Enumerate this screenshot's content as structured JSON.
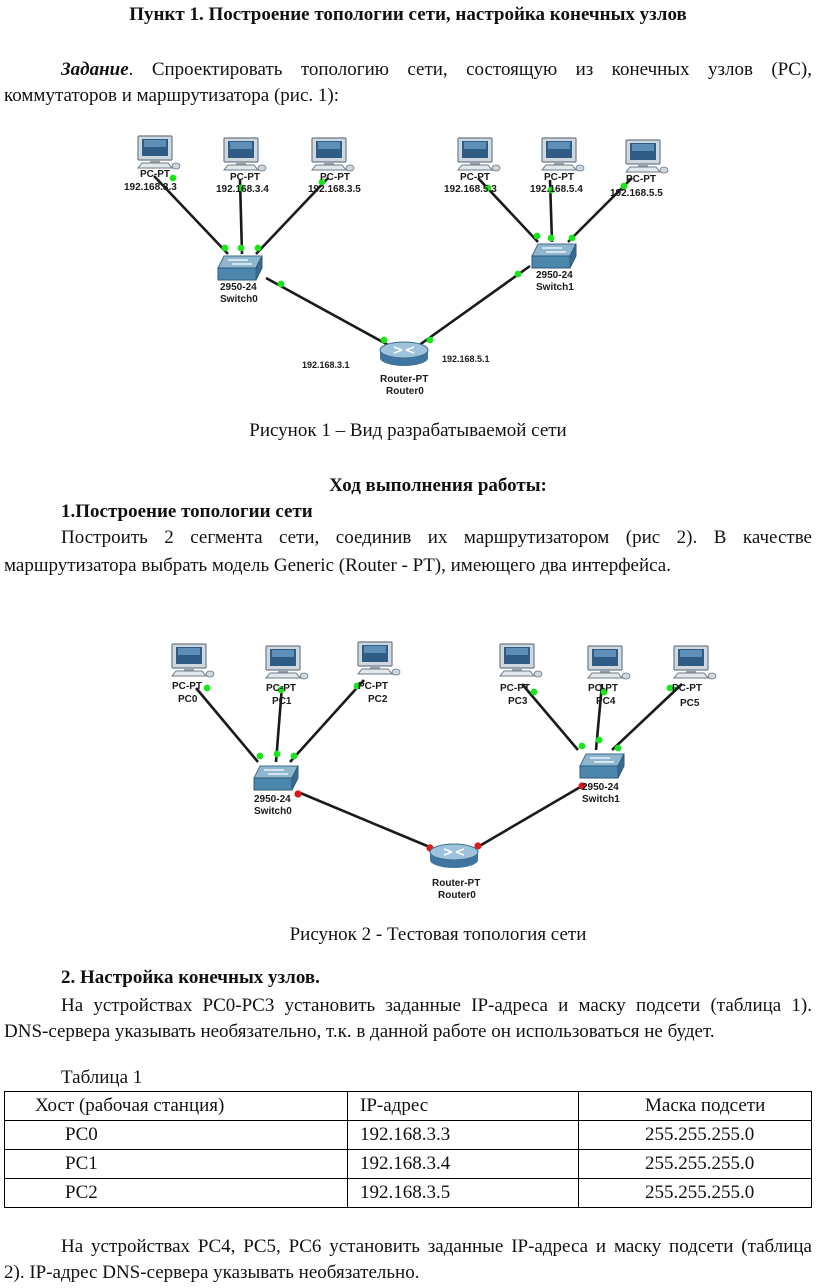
{
  "heading": "Пункт 1. Построение топологии сети, настройка конечных узлов",
  "task": {
    "label": "Задание",
    "line1_rest": ". Спроектировать топологию сети, состоящую из конечных узлов (PC),",
    "line2": "коммутаторов и маршрутизатора (рис. 1):"
  },
  "figure1": {
    "caption": "Рисунок 1 – Вид разрабатываемой сети",
    "pcs": [
      {
        "type": "PC-PT",
        "label": "192.168.3.3"
      },
      {
        "type": "PC-PT",
        "label": "192.168.3.4"
      },
      {
        "type": "PC-PT",
        "label": "192.168.3.5"
      },
      {
        "type": "PC-PT",
        "label": "192.168.5.3"
      },
      {
        "type": "PC-PT",
        "label": "192.168.5.4"
      },
      {
        "type": "PC-PT",
        "label": "192.168.5.5"
      }
    ],
    "switches": [
      {
        "model": "2950-24",
        "name": "Switch0"
      },
      {
        "model": "2950-24",
        "name": "Switch1"
      }
    ],
    "router": {
      "model": "Router-PT",
      "name": "Router0"
    },
    "router_ips": [
      "192.168.3.1",
      "192.168.5.1"
    ],
    "link_color": "#19e619"
  },
  "progress_heading": "Ход выполнения работы:",
  "section1": {
    "title": "1.Построение топологии сети",
    "line1": "Построить 2 сегмента сети, соединив их маршрутизатором (рис 2). В качестве",
    "line2": "маршрутизатора выбрать модель Generic (Router - PT), имеющего два интерфейса."
  },
  "figure2": {
    "caption": "Рисунок 2 - Тестовая топология сети",
    "pcs": [
      {
        "type": "PC-PT",
        "label": "PC0"
      },
      {
        "type": "PC-PT",
        "label": "PC1"
      },
      {
        "type": "PC-PT",
        "label": "PC2"
      },
      {
        "type": "PC-PT",
        "label": "PC3"
      },
      {
        "type": "PC-PT",
        "label": "PC4"
      },
      {
        "type": "PC-PT",
        "label": "PC5"
      }
    ],
    "switches": [
      {
        "model": "2950-24",
        "name": "Switch0"
      },
      {
        "model": "2950-24",
        "name": "Switch1"
      }
    ],
    "router": {
      "model": "Router-PT",
      "name": "Router0"
    },
    "link_color": "#19e619",
    "down_color": "#d81b1b"
  },
  "section2": {
    "title": "2. Настройка конечных узлов.",
    "line1": "На устройствах PC0-PC3 установить заданные IP-адреса и маску подсети (таблица 1).",
    "line2": "DNS-сервера указывать необязательно, т.к. в данной работе он использоваться не будет."
  },
  "table1": {
    "caption": "Таблица 1",
    "headers": [
      "Хост (рабочая станция)",
      "IP-адрес",
      "Маска подсети"
    ],
    "rows": [
      [
        "PC0",
        "192.168.3.3",
        "255.255.255.0"
      ],
      [
        "PC1",
        "192.168.3.4",
        "255.255.255.0"
      ],
      [
        "PC2",
        "192.168.3.5",
        "255.255.255.0"
      ]
    ]
  },
  "footer": {
    "line1": "На устройствах PC4, PC5, PC6 установить заданные IP-адреса и маску подсети (таблица",
    "line2": "2). IP-адрес DNS-сервера указывать необязательно."
  }
}
